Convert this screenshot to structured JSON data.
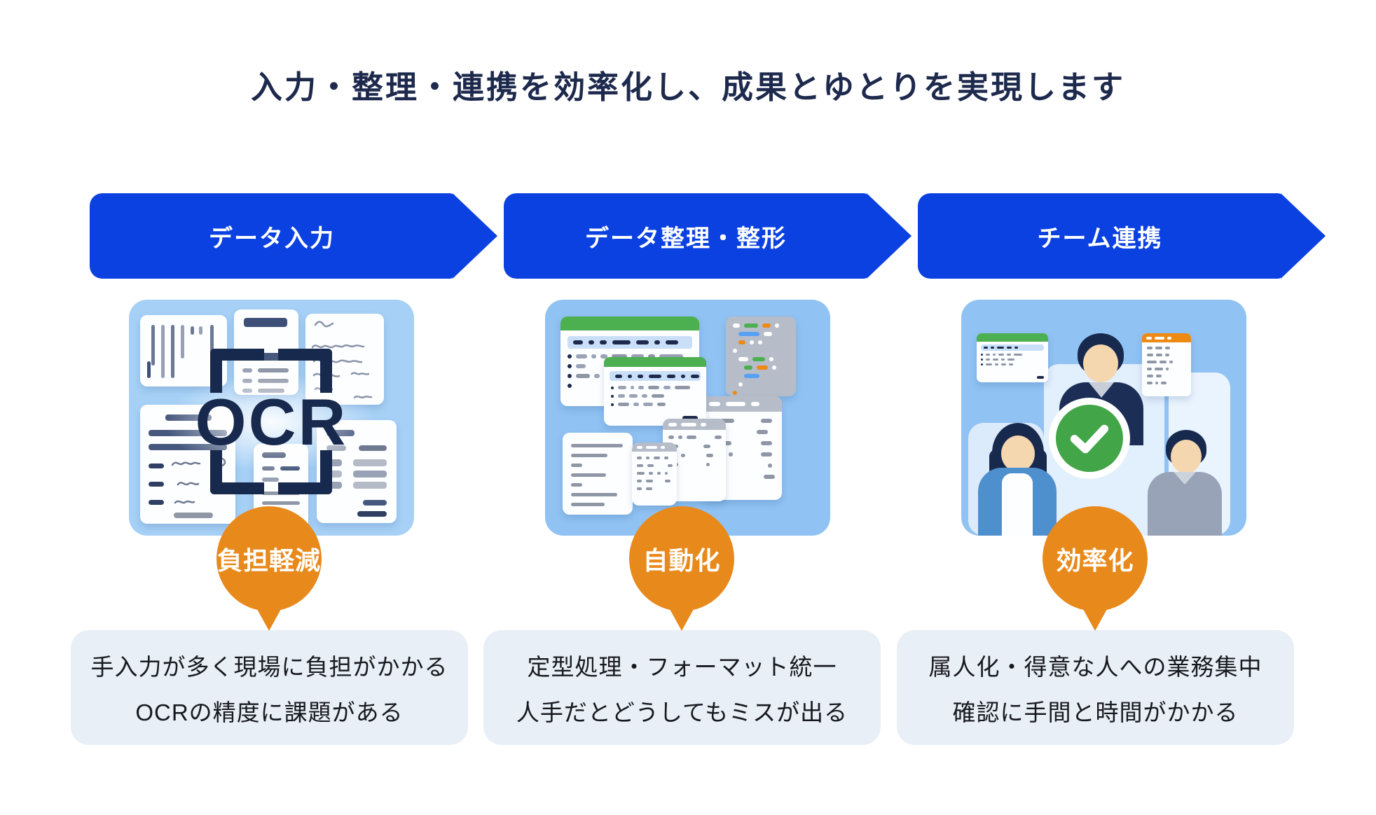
{
  "title": "入力・整理・連携を効率化し、成果とゆとりを実現します",
  "colors": {
    "banner_blue": "#0B41E1",
    "badge_orange": "#E8891B",
    "title_navy": "#1E2A4D",
    "panel_light_blue": "#A6D0F6",
    "panel_blue": "#90C2F3",
    "desc_box_bg": "#E8EFF7",
    "sheet_header_green": "#4CAF50",
    "sheet_header_orange": "#EE8A13",
    "check_green": "#42A548",
    "ocr_navy": "#18294E"
  },
  "columns": [
    {
      "banner_label": "データ入力",
      "badge_label": "負担軽減",
      "desc_line1": "手入力が多く現場に負担がかかる",
      "desc_line2": "OCRの精度に課題がある",
      "illustration": "ocr-scanning-documents",
      "ocr_label": "OCR"
    },
    {
      "banner_label": "データ整理・整形",
      "badge_label": "自動化",
      "desc_line1": "定型処理・フォーマット統一",
      "desc_line2": "人手だとどうしてもミスが出る",
      "illustration": "spreadsheets-and-code"
    },
    {
      "banner_label": "チーム連携",
      "badge_label": "効率化",
      "desc_line1": "属人化・得意な人への業務集中",
      "desc_line2": "確認に手間と時間がかかる",
      "illustration": "team-approval-check"
    }
  ]
}
